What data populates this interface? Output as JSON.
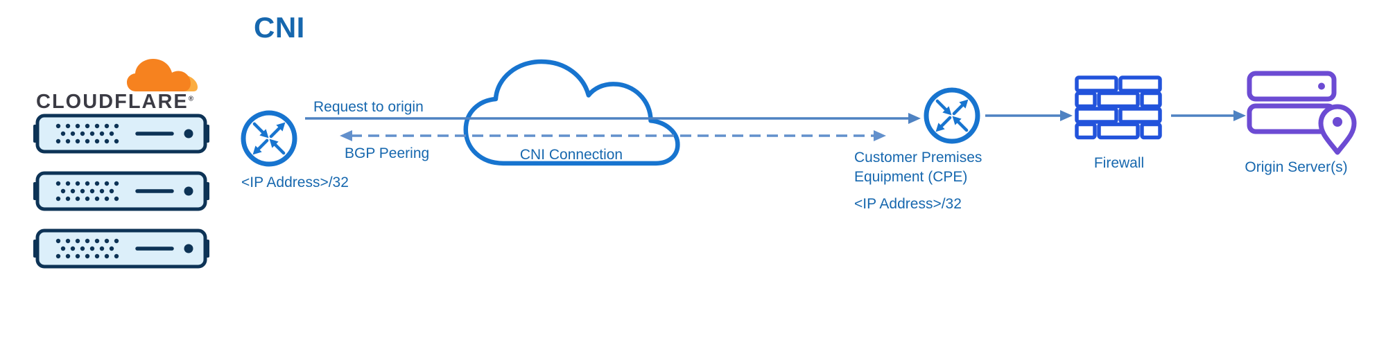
{
  "diagram_title": "CNI",
  "brand": {
    "wordmark": "CLOUDFLARE",
    "reg_mark": "®"
  },
  "links": {
    "request_to_origin": "Request to origin",
    "bgp_peering": "BGP Peering"
  },
  "nodes": {
    "cloudflare_edge": {
      "icon": "server-stack",
      "count": 3
    },
    "cf_router": {
      "icon": "router-exchange-circle",
      "ip": "<IP Address>/32"
    },
    "cni_cloud": {
      "icon": "cloud-outline",
      "label": "CNI Connection"
    },
    "cpe_router": {
      "icon": "router-exchange-circle",
      "name": "Customer Premises Equipment (CPE)",
      "ip": "<IP Address>/32"
    },
    "firewall": {
      "icon": "brick-wall",
      "label": "Firewall"
    },
    "origin": {
      "icon": "server-with-location-pin",
      "label": "Origin Server(s)"
    }
  },
  "colors": {
    "blue_icon": "#1774CF",
    "blue_text": "#1667AE",
    "blue_arrow": "#4E82C2",
    "blue_dash": "#6290CC",
    "blue_firewall": "#2253DB",
    "purple_origin": "#6C4BD3",
    "orange_cloudflare": "#F6821F",
    "orange_cloudflare_light": "#FBAD41",
    "navy_server": "#0D3356",
    "server_fill": "#DCEFFA",
    "wordmark_dark": "#3B3B44"
  }
}
